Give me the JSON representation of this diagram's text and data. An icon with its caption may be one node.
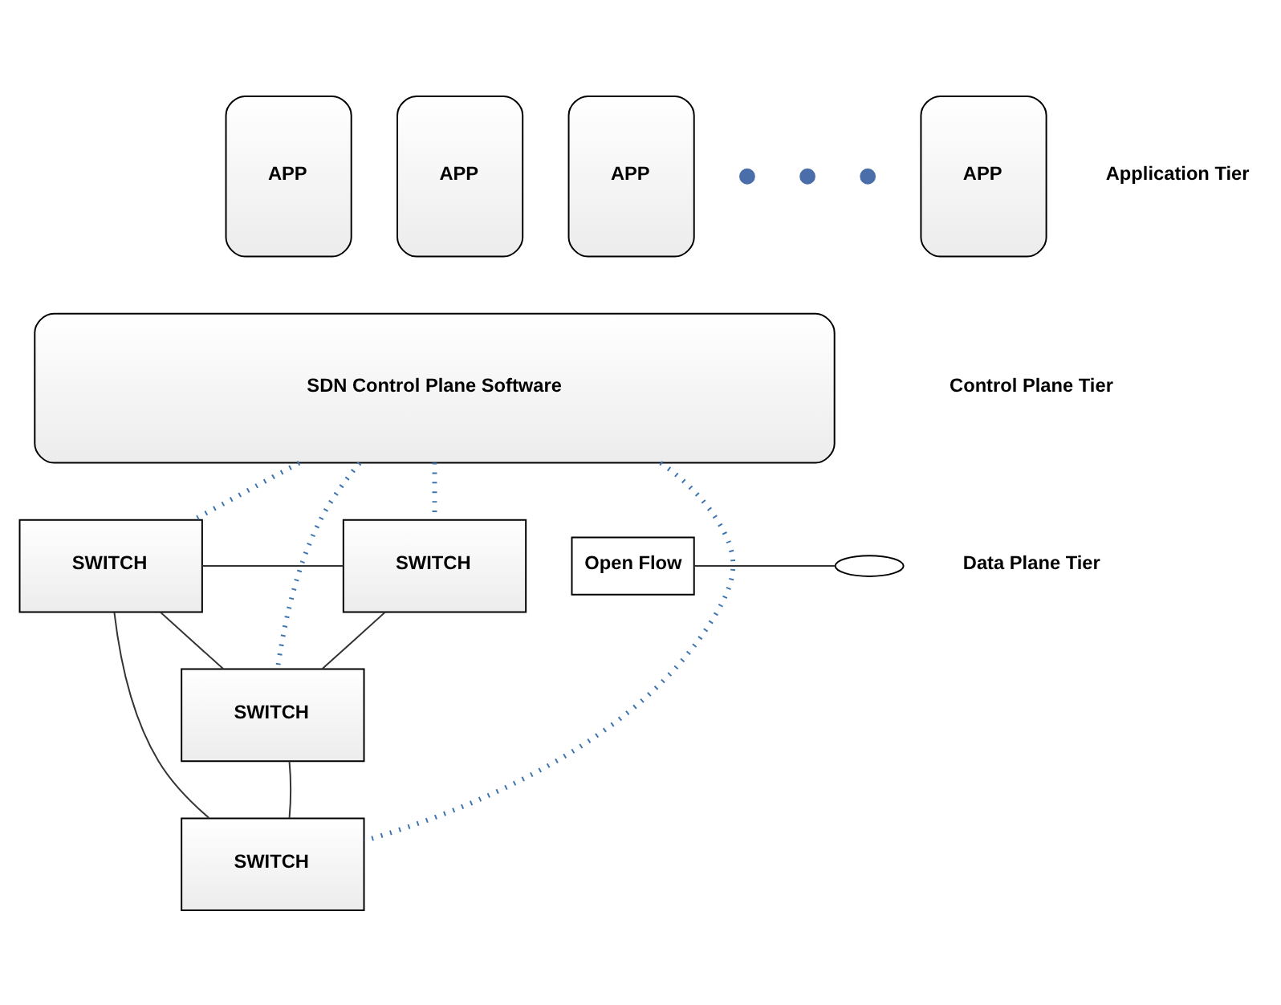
{
  "diagram": {
    "nodes": [
      {
        "text": [
          "APP"
        ]
      },
      {
        "text": [
          "APP"
        ]
      },
      {
        "text": [
          "APP"
        ]
      },
      {
        "text": [],
        "shape": "circle"
      },
      {
        "text": [],
        "shape": "circle"
      },
      {
        "text": [],
        "shape": "circle"
      },
      {
        "text": [
          "APP"
        ]
      },
      {
        "text": [
          "SDN Control Plane Software"
        ]
      },
      {
        "text": [
          "Open Flow"
        ]
      },
      {
        "text": [],
        "shape": "ellipse"
      },
      {
        "text": [
          "SWITCH"
        ]
      },
      {
        "text": [
          "SWITCH"
        ]
      },
      {
        "text": [
          "SWITCH"
        ]
      },
      {
        "text": [
          "SWITCH"
        ]
      }
    ],
    "edges": [
      {
        "from": 7,
        "to": 10,
        "arrow": "none",
        "style": "dashed",
        "color": "#3e75b0"
      },
      {
        "from": 7,
        "to": 13,
        "arrow": "none",
        "style": "dashed",
        "color": "#3e75b0"
      },
      {
        "from": 7,
        "to": 12,
        "arrow": "none",
        "style": "dashed",
        "color": "#3e75b0"
      },
      {
        "from": 7,
        "to": 11,
        "arrow": "none",
        "style": "dashed",
        "color": "#3e75b0"
      },
      {
        "from": 8,
        "to": 9,
        "arrow": "none"
      },
      {
        "from": 10,
        "to": 11,
        "arrow": "none"
      },
      {
        "from": 10,
        "to": 12,
        "arrow": "none"
      },
      {
        "from": 10,
        "to": 13,
        "arrow": "none"
      },
      {
        "from": 11,
        "to": 12,
        "arrow": "none"
      },
      {
        "from": 13,
        "to": 12,
        "arrow": "none"
      }
    ],
    "labels": [
      "Application Tier",
      "Control Plane Tier",
      "Data Plane Tier"
    ]
  }
}
